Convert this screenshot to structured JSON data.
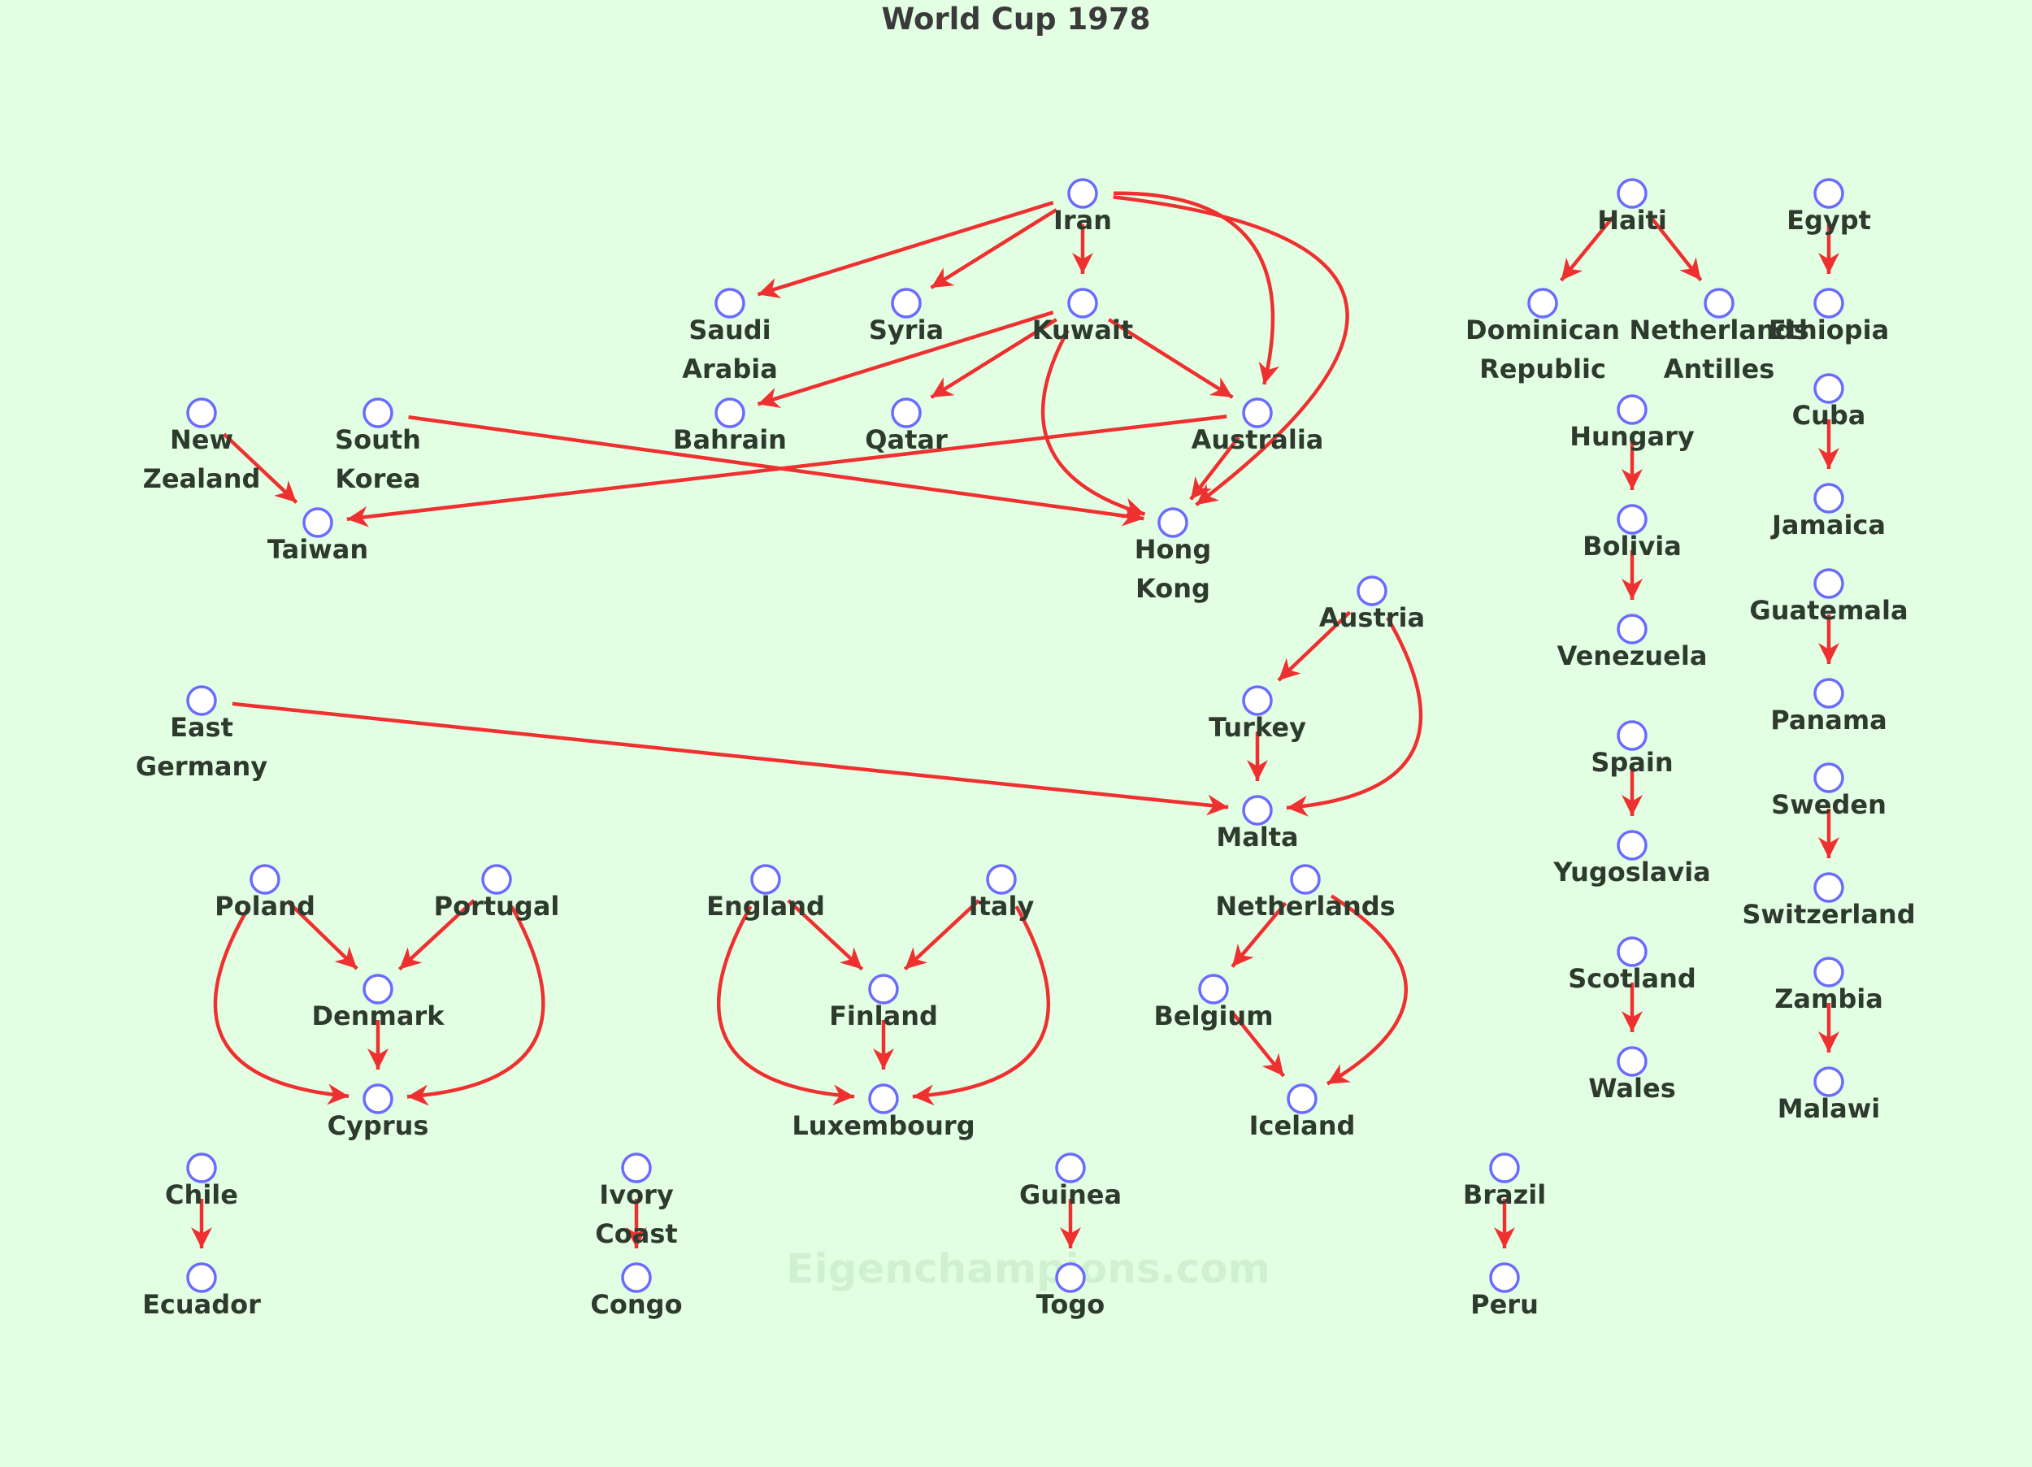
{
  "title": "World Cup 1978",
  "watermark": "Eigenchampions.com",
  "colors": {
    "background": "#e3ffe3",
    "edge": "#ef3030",
    "node_stroke": "#6b6bff",
    "node_fill": "#ffffff",
    "label": "#2e3a2e"
  },
  "nodes": [
    {
      "id": "iran",
      "label": [
        "Iran"
      ]
    },
    {
      "id": "saudi-arabia",
      "label": [
        "Saudi",
        "Arabia"
      ]
    },
    {
      "id": "syria",
      "label": [
        "Syria"
      ]
    },
    {
      "id": "kuwait",
      "label": [
        "Kuwait"
      ]
    },
    {
      "id": "bahrain",
      "label": [
        "Bahrain"
      ]
    },
    {
      "id": "qatar",
      "label": [
        "Qatar"
      ]
    },
    {
      "id": "australia",
      "label": [
        "Australia"
      ]
    },
    {
      "id": "hong-kong",
      "label": [
        "Hong",
        "Kong"
      ]
    },
    {
      "id": "new-zealand",
      "label": [
        "New",
        "Zealand"
      ]
    },
    {
      "id": "south-korea",
      "label": [
        "South",
        "Korea"
      ]
    },
    {
      "id": "taiwan",
      "label": [
        "Taiwan"
      ]
    },
    {
      "id": "haiti",
      "label": [
        "Haiti"
      ]
    },
    {
      "id": "dominican-republic",
      "label": [
        "Dominican",
        "Republic"
      ]
    },
    {
      "id": "netherlands-antilles",
      "label": [
        "Netherlands",
        "Antilles"
      ]
    },
    {
      "id": "hungary",
      "label": [
        "Hungary"
      ]
    },
    {
      "id": "bolivia",
      "label": [
        "Bolivia"
      ]
    },
    {
      "id": "venezuela",
      "label": [
        "Venezuela"
      ]
    },
    {
      "id": "spain",
      "label": [
        "Spain"
      ]
    },
    {
      "id": "yugoslavia",
      "label": [
        "Yugoslavia"
      ]
    },
    {
      "id": "scotland",
      "label": [
        "Scotland"
      ]
    },
    {
      "id": "wales",
      "label": [
        "Wales"
      ]
    },
    {
      "id": "egypt",
      "label": [
        "Egypt"
      ]
    },
    {
      "id": "ethiopia",
      "label": [
        "Ethiopia"
      ]
    },
    {
      "id": "cuba",
      "label": [
        "Cuba"
      ]
    },
    {
      "id": "jamaica",
      "label": [
        "Jamaica"
      ]
    },
    {
      "id": "guatemala",
      "label": [
        "Guatemala"
      ]
    },
    {
      "id": "panama",
      "label": [
        "Panama"
      ]
    },
    {
      "id": "sweden",
      "label": [
        "Sweden"
      ]
    },
    {
      "id": "switzerland",
      "label": [
        "Switzerland"
      ]
    },
    {
      "id": "zambia",
      "label": [
        "Zambia"
      ]
    },
    {
      "id": "malawi",
      "label": [
        "Malawi"
      ]
    },
    {
      "id": "austria",
      "label": [
        "Austria"
      ]
    },
    {
      "id": "turkey",
      "label": [
        "Turkey"
      ]
    },
    {
      "id": "malta",
      "label": [
        "Malta"
      ]
    },
    {
      "id": "east-germany",
      "label": [
        "East",
        "Germany"
      ]
    },
    {
      "id": "poland",
      "label": [
        "Poland"
      ]
    },
    {
      "id": "portugal",
      "label": [
        "Portugal"
      ]
    },
    {
      "id": "denmark",
      "label": [
        "Denmark"
      ]
    },
    {
      "id": "cyprus",
      "label": [
        "Cyprus"
      ]
    },
    {
      "id": "england",
      "label": [
        "England"
      ]
    },
    {
      "id": "italy",
      "label": [
        "Italy"
      ]
    },
    {
      "id": "finland",
      "label": [
        "Finland"
      ]
    },
    {
      "id": "luxembourg",
      "label": [
        "Luxembourg"
      ]
    },
    {
      "id": "netherlands",
      "label": [
        "Netherlands"
      ]
    },
    {
      "id": "belgium",
      "label": [
        "Belgium"
      ]
    },
    {
      "id": "iceland",
      "label": [
        "Iceland"
      ]
    },
    {
      "id": "chile",
      "label": [
        "Chile"
      ]
    },
    {
      "id": "ecuador",
      "label": [
        "Ecuador"
      ]
    },
    {
      "id": "ivory-coast",
      "label": [
        "Ivory",
        "Coast"
      ]
    },
    {
      "id": "congo",
      "label": [
        "Congo"
      ]
    },
    {
      "id": "guinea",
      "label": [
        "Guinea"
      ]
    },
    {
      "id": "togo",
      "label": [
        "Togo"
      ]
    },
    {
      "id": "brazil",
      "label": [
        "Brazil"
      ]
    },
    {
      "id": "peru",
      "label": [
        "Peru"
      ]
    }
  ],
  "edges": [
    {
      "from": "iran",
      "to": "saudi-arabia"
    },
    {
      "from": "iran",
      "to": "syria"
    },
    {
      "from": "iran",
      "to": "kuwait"
    },
    {
      "from": "iran",
      "to": "australia"
    },
    {
      "from": "iran",
      "to": "hong-kong"
    },
    {
      "from": "kuwait",
      "to": "bahrain"
    },
    {
      "from": "kuwait",
      "to": "qatar"
    },
    {
      "from": "kuwait",
      "to": "australia"
    },
    {
      "from": "kuwait",
      "to": "hong-kong"
    },
    {
      "from": "australia",
      "to": "hong-kong"
    },
    {
      "from": "australia",
      "to": "taiwan"
    },
    {
      "from": "south-korea",
      "to": "hong-kong"
    },
    {
      "from": "new-zealand",
      "to": "taiwan"
    },
    {
      "from": "haiti",
      "to": "dominican-republic"
    },
    {
      "from": "haiti",
      "to": "netherlands-antilles"
    },
    {
      "from": "hungary",
      "to": "bolivia"
    },
    {
      "from": "bolivia",
      "to": "venezuela"
    },
    {
      "from": "spain",
      "to": "yugoslavia"
    },
    {
      "from": "scotland",
      "to": "wales"
    },
    {
      "from": "egypt",
      "to": "ethiopia"
    },
    {
      "from": "cuba",
      "to": "jamaica"
    },
    {
      "from": "guatemala",
      "to": "panama"
    },
    {
      "from": "sweden",
      "to": "switzerland"
    },
    {
      "from": "zambia",
      "to": "malawi"
    },
    {
      "from": "austria",
      "to": "turkey"
    },
    {
      "from": "austria",
      "to": "malta"
    },
    {
      "from": "turkey",
      "to": "malta"
    },
    {
      "from": "east-germany",
      "to": "malta"
    },
    {
      "from": "poland",
      "to": "denmark"
    },
    {
      "from": "poland",
      "to": "cyprus"
    },
    {
      "from": "portugal",
      "to": "denmark"
    },
    {
      "from": "portugal",
      "to": "cyprus"
    },
    {
      "from": "denmark",
      "to": "cyprus"
    },
    {
      "from": "england",
      "to": "finland"
    },
    {
      "from": "england",
      "to": "luxembourg"
    },
    {
      "from": "italy",
      "to": "finland"
    },
    {
      "from": "italy",
      "to": "luxembourg"
    },
    {
      "from": "finland",
      "to": "luxembourg"
    },
    {
      "from": "netherlands",
      "to": "belgium"
    },
    {
      "from": "netherlands",
      "to": "iceland"
    },
    {
      "from": "belgium",
      "to": "iceland"
    },
    {
      "from": "chile",
      "to": "ecuador"
    },
    {
      "from": "ivory-coast",
      "to": "congo"
    },
    {
      "from": "guinea",
      "to": "togo"
    },
    {
      "from": "brazil",
      "to": "peru"
    }
  ]
}
